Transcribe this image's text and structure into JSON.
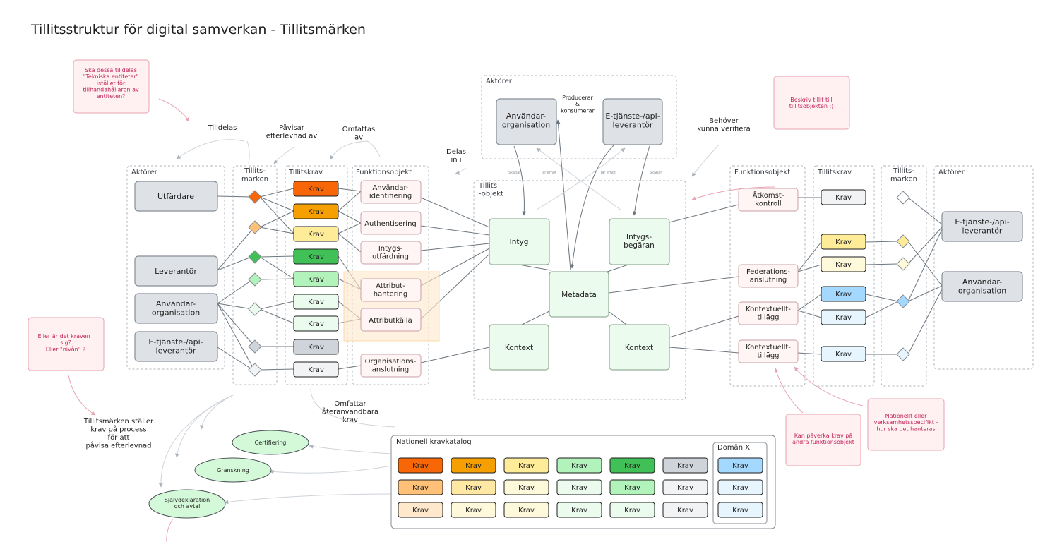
{
  "title": "Tillitsstruktur för digital samverkan - Tillitsmärken",
  "groups": {
    "aktorer_left": "Aktörer",
    "tillitsmarken_left": "Tillits-\nmärken",
    "tillitskrav_left": "Tillitskrav",
    "funktionsobjekt_left": "Funktionsobjekt",
    "aktorer_top": "Aktörer",
    "tillitsobjekt": "Tillits\n-objekt",
    "funktionsobjekt_right": "Funktionsobjekt",
    "tillitskrav_right": "Tillitskrav",
    "tillitsmarken_right": "Tillits-\nmärken",
    "aktorer_right": "Aktörer"
  },
  "actors_left": [
    "Utfärdare",
    "Leverantör",
    "Användar-\norganisation",
    "E-tjänste-/api-\nleverantör"
  ],
  "actors_top": [
    "Användar-\norganisation",
    "E-tjänste-/api-\nleverantör"
  ],
  "actors_right": [
    "E-tjänste-/api-\nleverantör",
    "Användar-\norganisation"
  ],
  "krav_label": "Krav",
  "funktionsobjekt_left": [
    "Användar-\nidentifiering",
    "Authentisering",
    "Intygs-\nutfärdning",
    "Attribut-\nhantering",
    "Attributkälla",
    "Organisations-\nanslutning"
  ],
  "funktionsobjekt_right": [
    "Åtkomst-\nkontroll",
    "Federations-\nanslutning",
    "Kontextuellt-\ntillägg",
    "Kontextuellt-\ntillägg"
  ],
  "tillitsobjekt": [
    "Intyg",
    "Intygs-\nbegäran",
    "Metadata",
    "Kontext",
    "Kontext"
  ],
  "annotations": {
    "tilldelas": "Tilldelas",
    "pavisar": "Påvisar\nefterlevnad av",
    "omfattas": "Omfattas\nav",
    "delas": "Delas\nin i",
    "producerar": "Producerar\n&\nkonsumerar",
    "behover": "Behöver\nkunna verifiera",
    "omfattar": "Omfattar\nåteranvändbara\nkrav",
    "stallerkrav": "Tillitsmärken ställer\nkrav på process\nför att\npåvisa efterlevnad",
    "small_1": "Skapar",
    "small_2": "Tar emot",
    "small_3": "Tar emot",
    "small_4": "Skapar"
  },
  "notes": {
    "n1": "Ska dessa tilldelas\n\"Tekniska entiteter\"\nistället för\ntillhandahållaren av\nentiteten?",
    "n2": "Beskriv tillit till\ntillitsobjekten :)",
    "n3": "Eller är det kraven i\nsig?\nEller \"nivån\" ?",
    "n4": "Kan påverka krav på\nandra funktionsobjekt",
    "n5": "Nationellt eller\nverksamhetsspecifikt -\nhur ska det hanteras"
  },
  "processes": [
    "Certifiering",
    "Granskning",
    "Självdeklaration\noch avtal"
  ],
  "katalog": {
    "title": "Nationell kravkatalog",
    "domain": "Domän X"
  },
  "colors": {
    "orange": "#f76707",
    "orange_mid": "#ffc078",
    "orange_light": "#ffe8cc",
    "amber": "#f59f00",
    "amber_mid": "#ffe8a3",
    "amber_light": "#fff9db",
    "yellow": "#ffec99",
    "yellow_light": "#fff9db",
    "green_strong": "#40c057",
    "green_mid": "#b2f2bb",
    "green_light": "#ebfbee",
    "grey": "#ced4da",
    "grey_light": "#f1f3f5",
    "blue": "#a5d8ff",
    "blue_light": "#e7f5ff"
  }
}
